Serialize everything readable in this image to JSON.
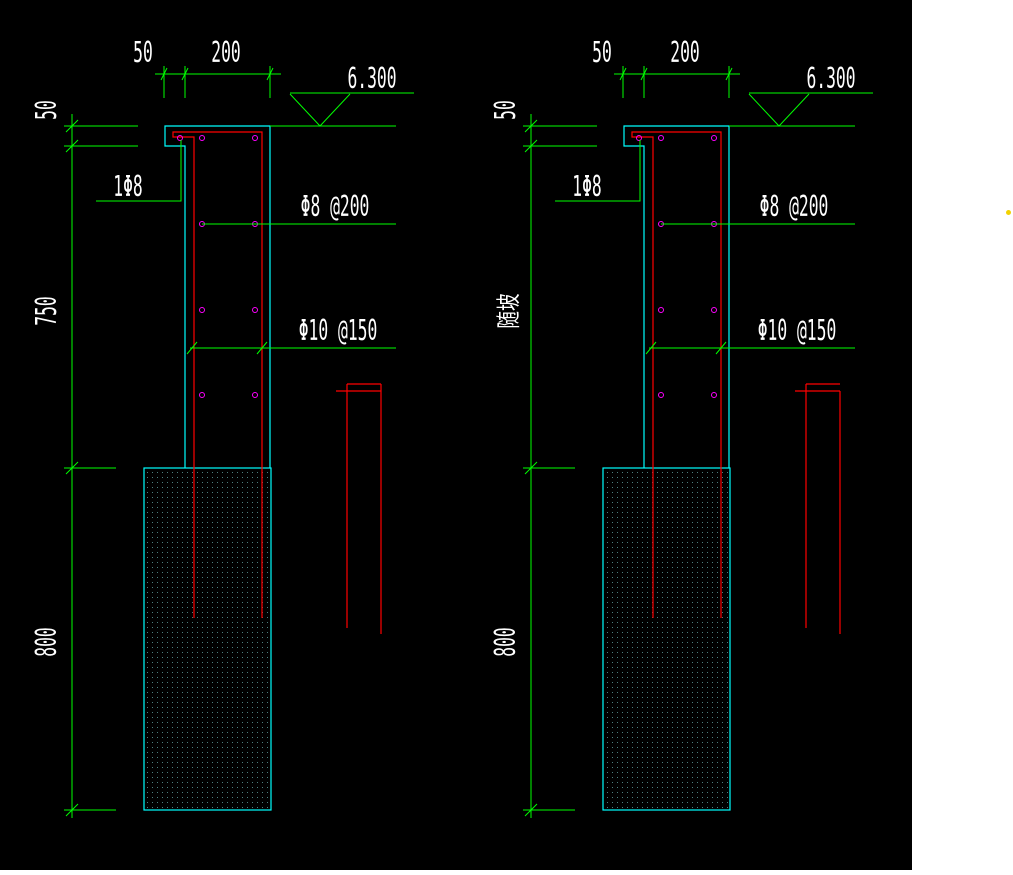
{
  "colors": {
    "background": "#000000",
    "dimension": "#00ff00",
    "outline": "#00ffff",
    "rebar": "#ff0000",
    "rebar_dot": "#ff00ff",
    "text": "#ffffff",
    "hatch": "#4d7f7f",
    "marker": "#f2d200"
  },
  "sections": [
    {
      "dim_cover": "50",
      "dim_width": "200",
      "elevation": "6.300",
      "dim_top": "50",
      "dim_wall": "750",
      "dim_footing": "800",
      "bar_corner": "1Φ8",
      "bar_stirrup": "Φ8 @200",
      "bar_main": "Φ10 @150",
      "side_note": ""
    },
    {
      "dim_cover": "50",
      "dim_width": "200",
      "elevation": "6.300",
      "dim_top": "50",
      "dim_wall": "",
      "dim_footing": "800",
      "bar_corner": "1Φ8",
      "bar_stirrup": "Φ8 @200",
      "bar_main": "Φ10 @150",
      "side_note": "随坡"
    }
  ]
}
